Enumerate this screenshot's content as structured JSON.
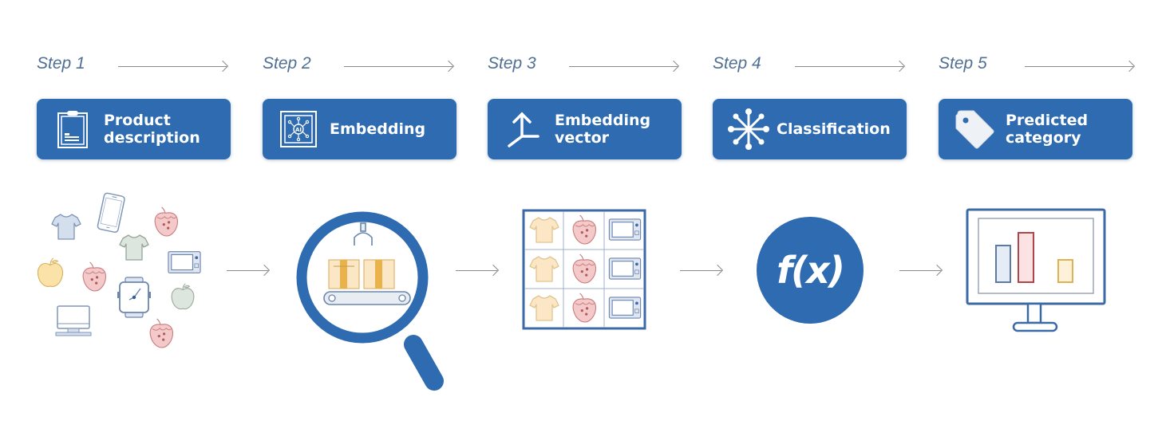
{
  "colors": {
    "brand_blue": "#2e6bb0",
    "step_text": "#4f6f93",
    "arrow_gray": "#8a8a8a",
    "card_text": "#ffffff"
  },
  "steps": [
    {
      "step_label": "Step 1",
      "title_line1": "Product",
      "title_line2": "description",
      "icon": "clipboard-icon",
      "illustration": "scattered-products"
    },
    {
      "step_label": "Step 2",
      "title_line1": "Embedding",
      "title_line2": "",
      "icon": "ai-chip-icon",
      "illustration": "magnifier-conveyor"
    },
    {
      "step_label": "Step 3",
      "title_line1": "Embedding",
      "title_line2": "vector",
      "icon": "vector-axes-icon",
      "illustration": "product-grid"
    },
    {
      "step_label": "Step 4",
      "title_line1": "Classification",
      "title_line2": "",
      "icon": "network-node-icon",
      "illustration": "function-circle"
    },
    {
      "step_label": "Step 5",
      "title_line1": "Predicted",
      "title_line2": "category",
      "icon": "tag-icon",
      "illustration": "monitor-bar-chart"
    }
  ],
  "function_label": "f(x)",
  "grid_rows": [
    [
      "tshirt",
      "strawberry",
      "microwave"
    ],
    [
      "tshirt",
      "strawberry",
      "microwave"
    ],
    [
      "tshirt",
      "strawberry",
      "microwave"
    ]
  ],
  "scattered_items": [
    "tshirt",
    "phone",
    "strawberry",
    "tshirt",
    "microwave",
    "apple",
    "strawberry",
    "watch",
    "apple",
    "laptop",
    "strawberry"
  ]
}
